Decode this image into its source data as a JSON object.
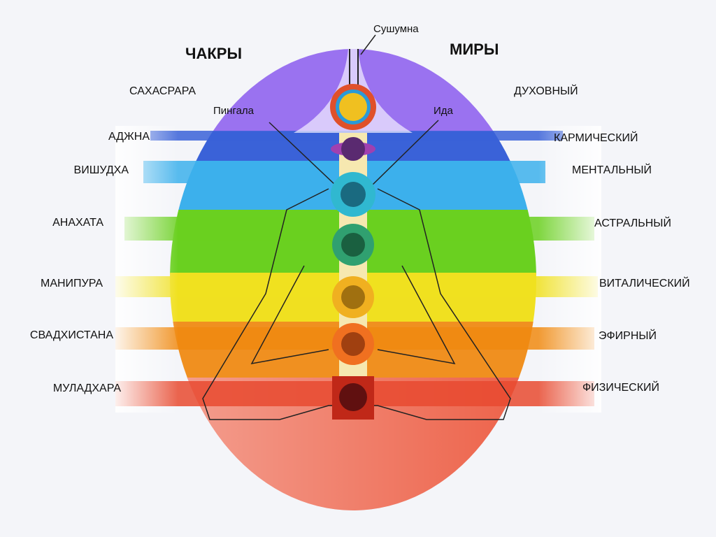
{
  "headers": {
    "chakras": "ЧАКРЫ",
    "worlds": "МИРЫ"
  },
  "channels": {
    "sushumna": "Сушумна",
    "pingala": "Пингала",
    "ida": "Ида"
  },
  "chakras": [
    "САХАСРАРА",
    "АДЖНА",
    "ВИШУДХА",
    "АНАХАТА",
    "МАНИПУРА",
    "СВАДХИСТАНА",
    "МУЛАДХАРА"
  ],
  "worlds": [
    "ДУХОВНЫЙ",
    "КАРМИЧЕСКИЙ",
    "МЕНТАЛЬНЫЙ",
    "АСТРАЛЬНЫЙ",
    "ВИТАЛИЧЕСКИЙ",
    "ЭФИРНЫЙ",
    "ФИЗИЧЕСКИЙ"
  ],
  "colors": [
    "#8a5ae8",
    "#3a62d8",
    "#38a8e8",
    "#6ad020",
    "#f0e020",
    "#f08a10",
    "#e84a30"
  ]
}
